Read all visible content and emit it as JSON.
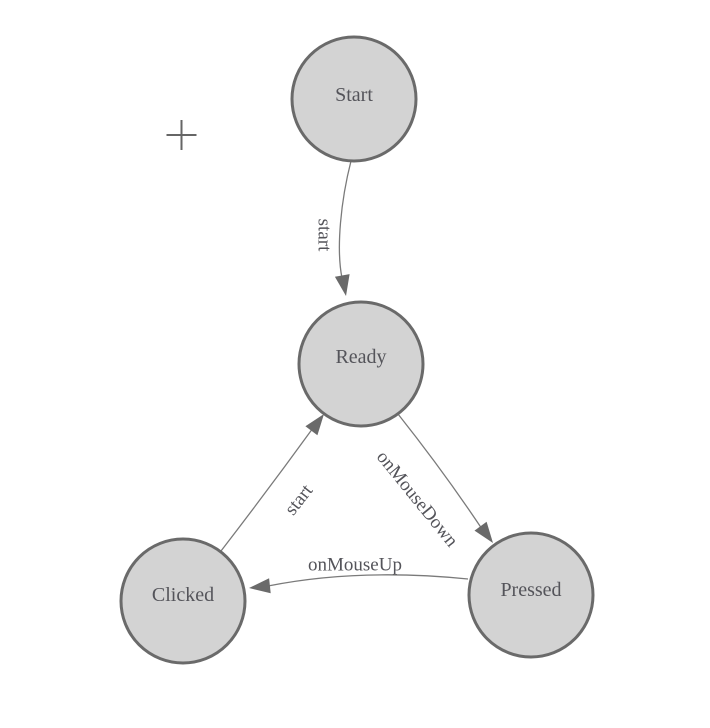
{
  "diagram": {
    "type": "state-machine-graph",
    "nodes": [
      {
        "label": "Start"
      },
      {
        "label": "Ready"
      },
      {
        "label": "Clicked"
      },
      {
        "label": "Pressed"
      }
    ],
    "edges": [
      {
        "from": "Start",
        "to": "Ready",
        "label": "start"
      },
      {
        "from": "Ready",
        "to": "Pressed",
        "label": "onMouseDown"
      },
      {
        "from": "Pressed",
        "to": "Clicked",
        "label": "onMouseUp"
      },
      {
        "from": "Clicked",
        "to": "Ready",
        "label": "start"
      }
    ],
    "cursor_mark": "crosshair-icon"
  },
  "colors": {
    "background": "#ffffff",
    "node_fill": "#d3d3d3",
    "node_stroke": "#6a6a6a",
    "edge_line": "#7a7a7a",
    "arrowhead": "#6a6a6a",
    "node_label": "#54545a",
    "edge_label": "#54545a",
    "crosshair": "#666666"
  }
}
